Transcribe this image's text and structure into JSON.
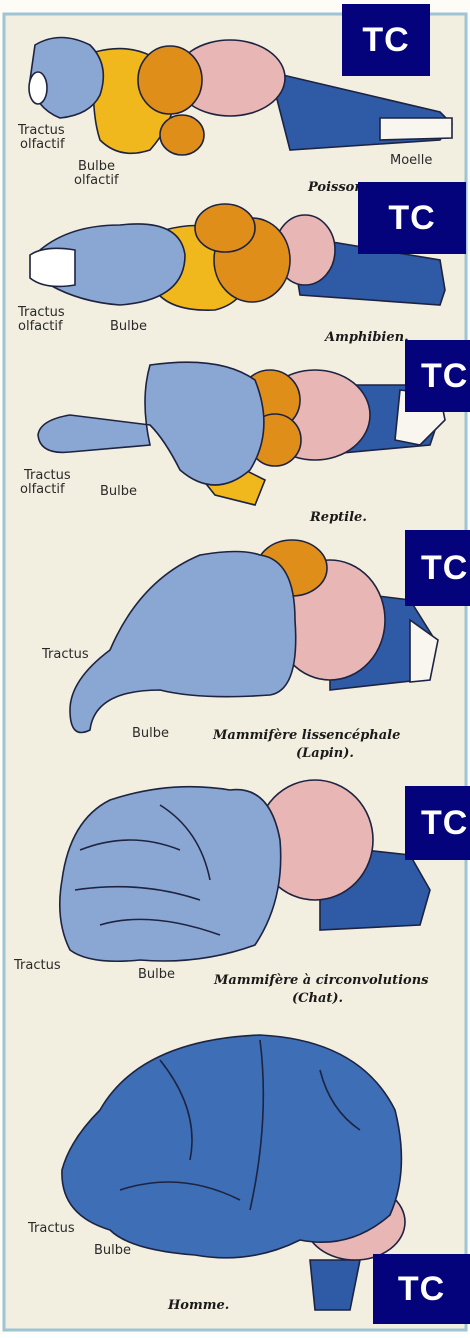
{
  "badge_text": "TC",
  "colors": {
    "plate_bg": "#f2eee0",
    "border": "#9fc4d4",
    "telencephalon": "#8aa7d4",
    "diencephalon": "#f0b81c",
    "mesencephalon": "#e08e1a",
    "cerebellum": "#e8b6b4",
    "medulla": "#2f5aa6",
    "badge": "#04037c"
  },
  "panels": [
    {
      "caption": "Poisson.",
      "labels": [
        "Tractus",
        "olfactif",
        "Bulbe",
        "olfactif",
        "Moelle"
      ]
    },
    {
      "caption": "Amphibien.",
      "labels": [
        "Tractus",
        "olfactif",
        "Bulbe"
      ]
    },
    {
      "caption": "Reptile.",
      "labels": [
        "Tractus",
        "olfactif",
        "Bulbe"
      ]
    },
    {
      "caption": "Mammifère lissencéphale",
      "caption2": "(Lapin).",
      "labels": [
        "Tractus",
        "Bulbe"
      ]
    },
    {
      "caption": "Mammifère à circonvolutions",
      "caption2": "(Chat).",
      "labels": [
        "Tractus",
        "Bulbe"
      ]
    },
    {
      "caption": "Homme.",
      "labels": [
        "Tractus",
        "Bulbe"
      ]
    }
  ]
}
